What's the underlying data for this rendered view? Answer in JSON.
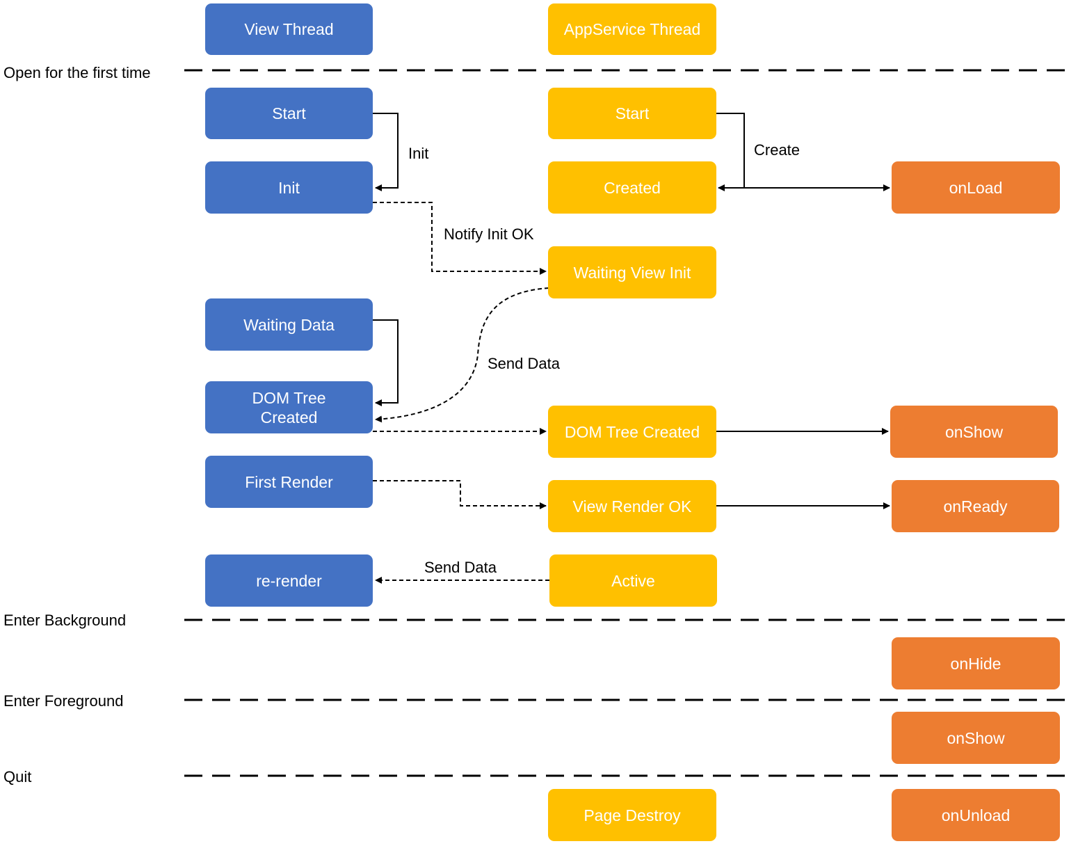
{
  "headers": {
    "view_thread": "View Thread",
    "appservice_thread": "AppService Thread"
  },
  "phases": {
    "open_first_time": "Open for the first time",
    "enter_background": "Enter Background",
    "enter_foreground": "Enter Foreground",
    "quit": "Quit"
  },
  "view_nodes": {
    "start": "Start",
    "init": "Init",
    "waiting_data": "Waiting Data",
    "dom_tree_created": "DOM Tree Created",
    "first_render": "First Render",
    "re_render": "re-render"
  },
  "service_nodes": {
    "start": "Start",
    "created": "Created",
    "waiting_view_init": "Waiting View Init",
    "dom_tree_created": "DOM Tree Created",
    "view_render_ok": "View Render OK",
    "active": "Active",
    "page_destroy": "Page Destroy"
  },
  "lifecycle_nodes": {
    "on_load": "onLoad",
    "on_show": "onShow",
    "on_ready": "onReady",
    "on_hide": "onHide",
    "on_show_again": "onShow",
    "on_unload": "onUnload"
  },
  "edge_labels": {
    "init": "Init",
    "create": "Create",
    "notify_init_ok": "Notify Init OK",
    "send_data": "Send Data",
    "send_data_2": "Send Data"
  },
  "colors": {
    "view": "#4472c4",
    "service": "#ffc000",
    "lifecycle": "#ed7d31"
  }
}
